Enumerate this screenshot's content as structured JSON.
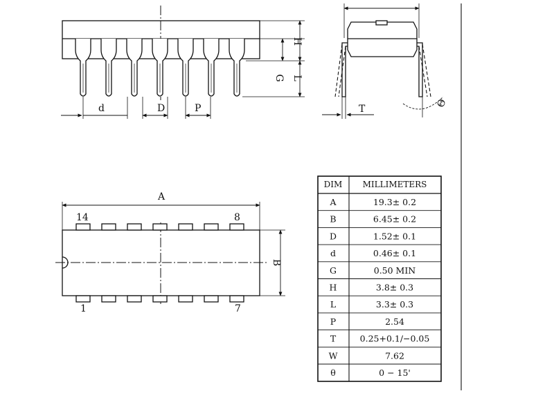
{
  "labels": {
    "front_d": "d",
    "front_D": "D",
    "front_P": "P",
    "front_H": "H",
    "front_G": "G",
    "front_L": "L",
    "side_T": "T",
    "side_theta": "Θ",
    "top_A": "A",
    "top_B": "B",
    "pin_14": "14",
    "pin_8": "8",
    "pin_1": "1",
    "pin_7": "7"
  },
  "table": {
    "header": {
      "dim": "DIM",
      "mm": "MILLIMETERS"
    },
    "rows": [
      {
        "dim": "A",
        "value": "19.3± 0.2"
      },
      {
        "dim": "B",
        "value": "6.45± 0.2"
      },
      {
        "dim": "D",
        "value": "1.52± 0.1"
      },
      {
        "dim": "d",
        "value": "0.46± 0.1"
      },
      {
        "dim": "G",
        "value": "0.50  MIN"
      },
      {
        "dim": "H",
        "value": "3.8± 0.3"
      },
      {
        "dim": "L",
        "value": "3.3± 0.3"
      },
      {
        "dim": "P",
        "value": "2.54"
      },
      {
        "dim": "T",
        "value": "0.25+0.1/−0.05"
      },
      {
        "dim": "W",
        "value": "7.62"
      },
      {
        "dim": "θ",
        "value": "0  −  15'"
      }
    ]
  }
}
